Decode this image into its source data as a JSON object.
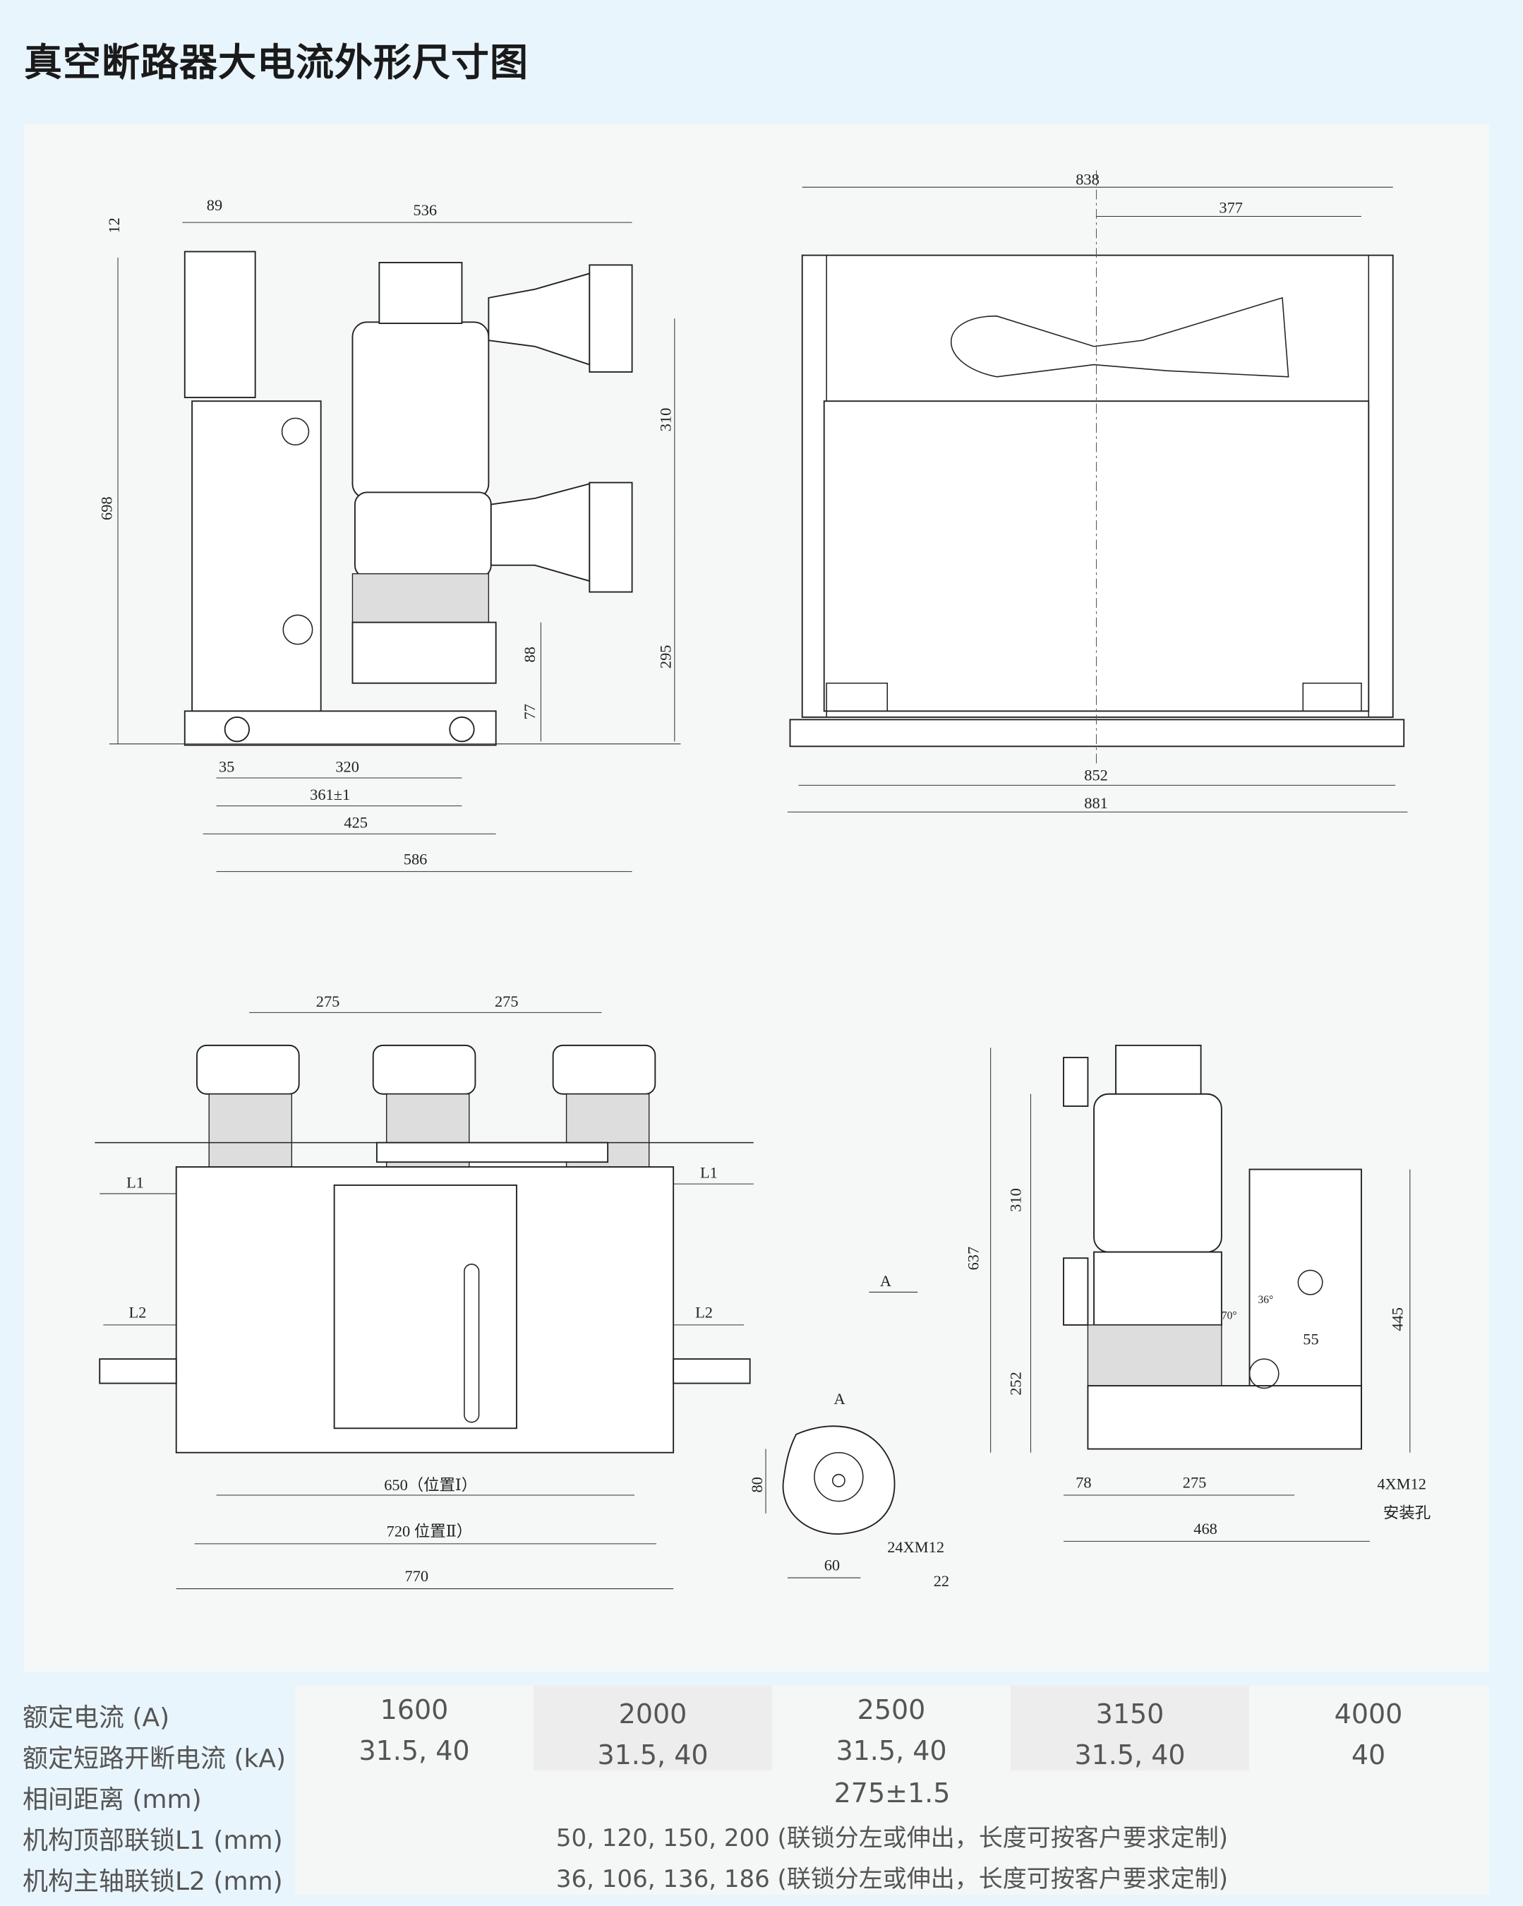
{
  "title": "真空断路器大电流外形尺寸图",
  "side_view": {
    "dims": [
      "12",
      "89",
      "536",
      "698",
      "310",
      "295",
      "88",
      "77",
      "35",
      "320",
      "361±1",
      "425",
      "586"
    ]
  },
  "top_view": {
    "dims": [
      "838",
      "377",
      "852",
      "881"
    ]
  },
  "front_view": {
    "dims": [
      "275",
      "275",
      "L1",
      "L1",
      "L2",
      "L2",
      "650（位置Ⅰ）",
      "720 位置Ⅱ）",
      "770",
      "A"
    ]
  },
  "detail_a": {
    "dims": [
      "A",
      "80",
      "60",
      "24XM12",
      "22"
    ]
  },
  "right_view": {
    "dims": [
      "637",
      "310",
      "252",
      "445",
      "70°",
      "36°",
      "55",
      "78",
      "275",
      "468",
      "4XM12",
      "安装孔"
    ]
  },
  "specs": {
    "labels": [
      "额定电流 (A)",
      "额定短路开断电流 (kA)",
      "相间距离 (mm)",
      "机构顶部联锁L1 (mm)",
      "机构主轴联锁L2 (mm)"
    ],
    "rated_current": [
      "1600",
      "2000",
      "2500",
      "3150",
      "4000"
    ],
    "breaking_current": [
      "31.5, 40",
      "31.5, 40",
      "31.5, 40",
      "31.5, 40",
      "40"
    ],
    "phase_distance": "275±1.5",
    "l1": "50, 120, 150, 200 (联锁分左或伸出，长度可按客户要求定制)",
    "l2": "36, 106, 136, 186 (联锁分左或伸出，长度可按客户要求定制)"
  }
}
